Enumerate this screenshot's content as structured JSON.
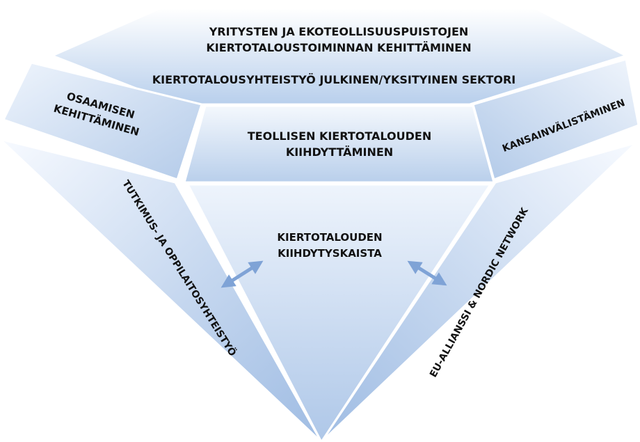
{
  "top": {
    "line1": "YRITYSTEN JA EKOTEOLLISUUSPUISTOJEN",
    "line2": "KIERTOTALOUSTOIMINNAN KEHITTÄMINEN",
    "line3": "KIERTOTALOUSYHTEISTYÖ JULKINEN/YKSITYINEN SEKTORI"
  },
  "left_crown": {
    "line1": "OSAAMISEN",
    "line2": "KEHITTÄMINEN"
  },
  "center_crown": {
    "line1": "TEOLLISEN KIERTOTALOUDEN",
    "line2": "KIIHDYTTÄMINEN"
  },
  "right_crown": {
    "line1": "KANSAINVÄLISTÄMINEN"
  },
  "left_pavilion": {
    "label": "TUTKIMUS- JA OPPILAITOSYHTEISTYÖ"
  },
  "right_pavilion": {
    "label": "EU-ALLIANSSI & NORDIC NETWORK"
  },
  "center_pavilion": {
    "line1": "KIERTOTALOUDEN",
    "line2": "KIIHDYTYSKAISTA"
  },
  "colors": {
    "facet_light": "#ffffff",
    "facet_dark": "#a9c4e6",
    "arrow": "#7fa3d6",
    "text": "#111111"
  }
}
